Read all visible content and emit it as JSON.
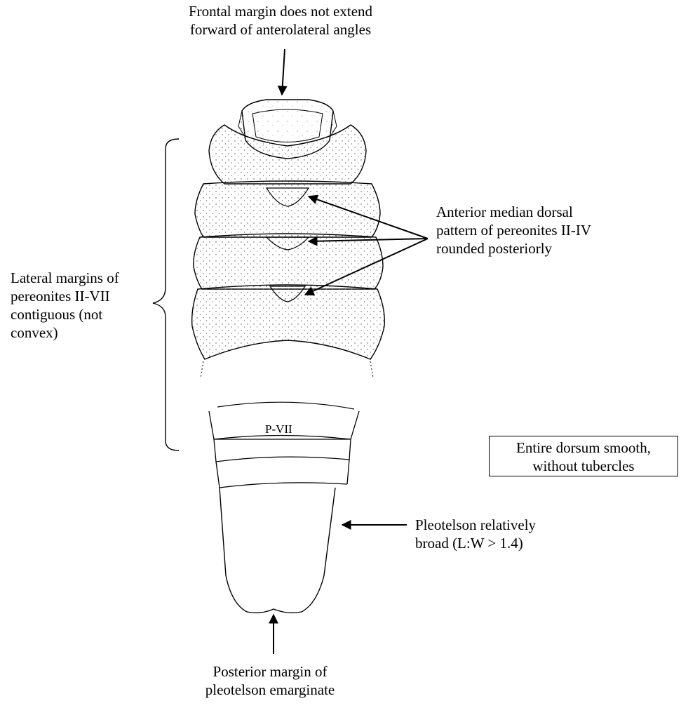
{
  "labels": {
    "frontal": "Frontal margin does not extend\nforward of anterolateral angles",
    "dorsal_pattern": "Anterior median dorsal\npattern of pereonites II-IV\nrounded posteriorly",
    "lateral_margins": "Lateral margins of\npereonites II-VII\ncontiguous (not\nconvex)",
    "dorsum_box": "Entire dorsum smooth,\nwithout tubercles",
    "pleotelson_broad": "Pleotelson relatively\nbroad (L:W > 1.4)",
    "posterior_margin": "Posterior margin of\npleotelson emarginate",
    "segment_label": "P-VII"
  },
  "colors": {
    "ink": "#000000",
    "stipple": "#555555",
    "background": "#ffffff"
  }
}
